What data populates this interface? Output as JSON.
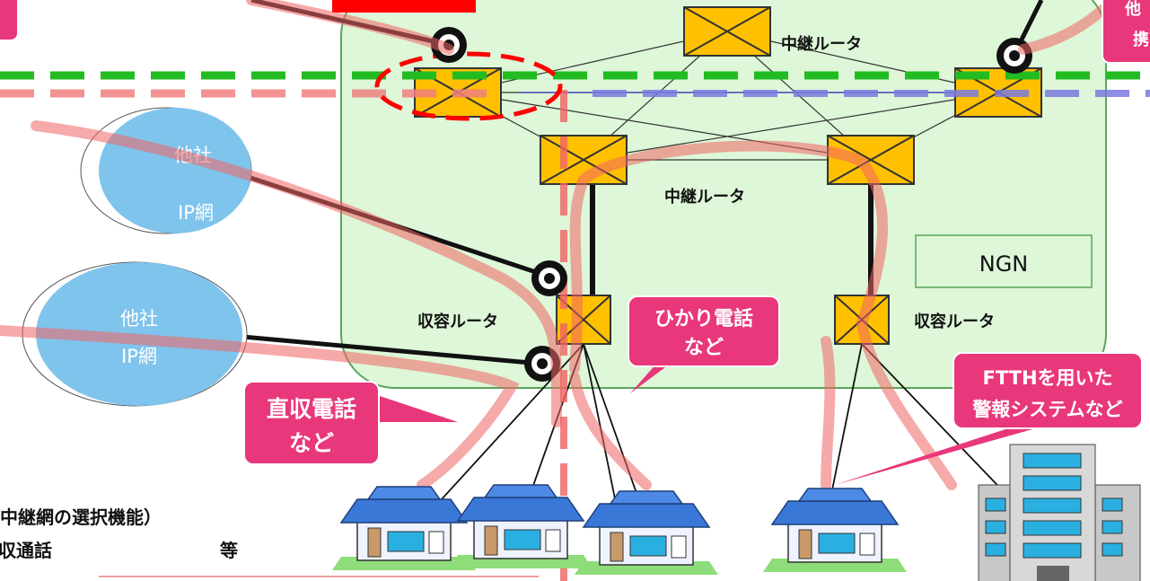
{
  "diagram": {
    "network_label": "NGN",
    "relay_router_label": "中継ルータ",
    "access_router_label": "収容ルータ",
    "other_ip_net": {
      "line1": "他社",
      "line2": "IP網"
    },
    "callout_hikari": {
      "line1": "ひかり電話",
      "line2": "など"
    },
    "callout_direct": {
      "line1": "直収電話",
      "line2": "など"
    },
    "callout_ftth": {
      "line1": "FTTHを用いた",
      "line2": "警報システムなど"
    },
    "callout_top_left": {
      "line1": ""
    },
    "callout_top_right": {
      "line1": "他",
      "line2": "携帯"
    },
    "bottom_note": {
      "line1": "中継網の選択機能）",
      "line2": "収通話",
      "line2_suffix": "等"
    }
  },
  "colors": {
    "ngn_fill": "#ddf7d8",
    "ngn_border": "#5aa55a",
    "router_fill": "#ffc000",
    "router_stroke": "#333333",
    "ip_net_fill": "#7fc4ec",
    "callout_fill": "#e8377a",
    "green_dash": "#22bb22",
    "pink_dash": "#f08080",
    "blue_dash": "#7a7ae0",
    "red_highlight": "#ff0000",
    "path_red": "#f06464",
    "house_roof": "#3a78d8",
    "building": "#bbbbbb"
  }
}
